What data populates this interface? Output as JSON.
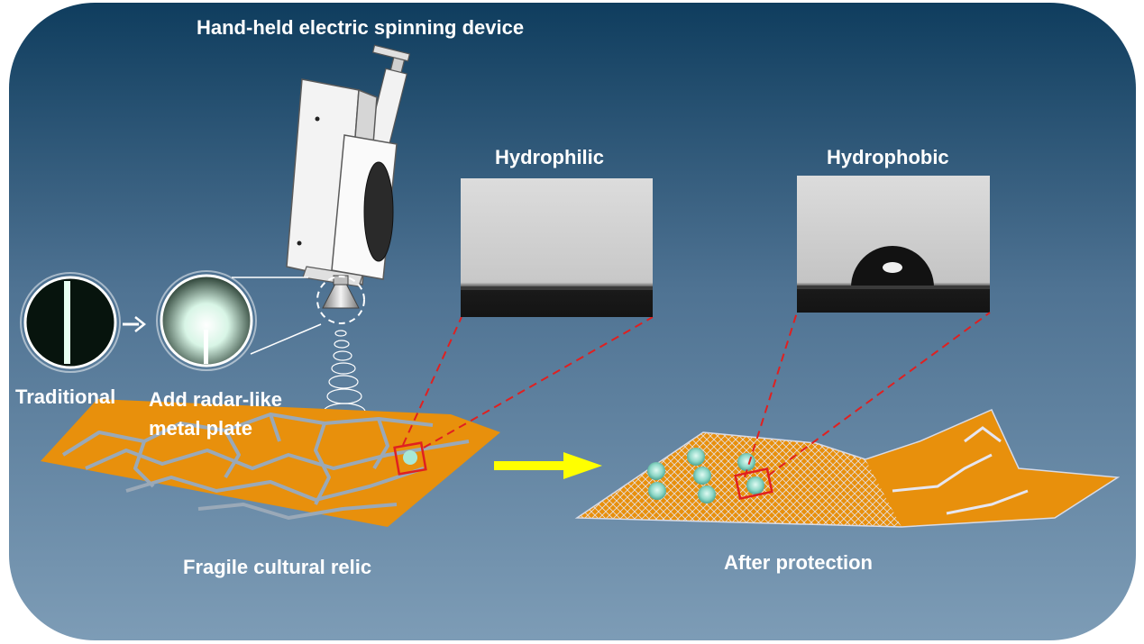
{
  "figure": {
    "title": "Hand-held electric spinning device",
    "hydrophilic_label": "Hydrophilic",
    "hydrophobic_label": "Hydrophobic",
    "traditional_label": "Traditional",
    "radar_label_line1": "Add radar-like",
    "radar_label_line2": "metal plate",
    "relic_label": "Fragile cultural relic",
    "after_label": "After protection"
  },
  "colors": {
    "background_top": "#0f3d5e",
    "background_bottom": "#7d9cb6",
    "relic_orange": "#e8900c",
    "crack_gray": "#9aa9b8",
    "guide_red": "#e02020",
    "arrow_yellow": "#ffff00",
    "droplet": "#8fd8c8"
  },
  "icons": [
    "spinning-device-icon",
    "spray-nozzle-icon",
    "fiber-spiral-icon",
    "droplet-icon",
    "arrow-right-icon"
  ]
}
